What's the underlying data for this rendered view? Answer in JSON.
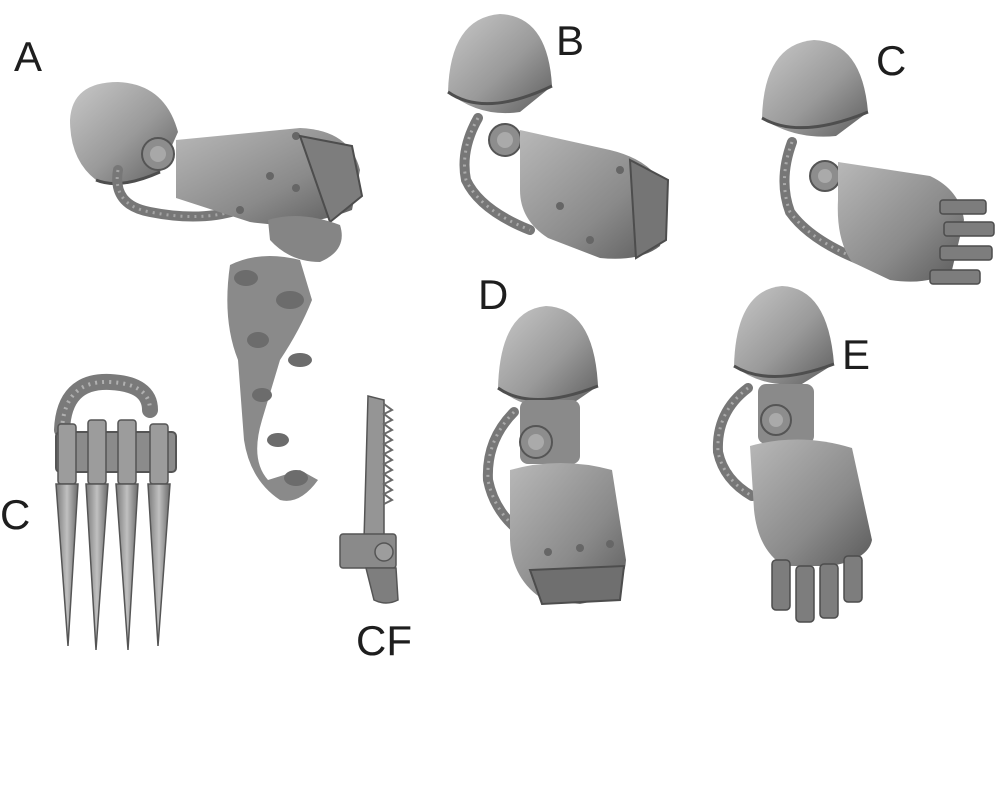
{
  "labels": {
    "a": "A",
    "b": "B",
    "c_top": "C",
    "d": "D",
    "e": "E",
    "c_claw": "C",
    "cf": "CF"
  },
  "colors": {
    "background": "#ffffff",
    "plastic_light": "#b9b9b9",
    "plastic_mid": "#8e8e8e",
    "plastic_dark": "#5a5a5a",
    "label_text": "#1e1e1e"
  }
}
